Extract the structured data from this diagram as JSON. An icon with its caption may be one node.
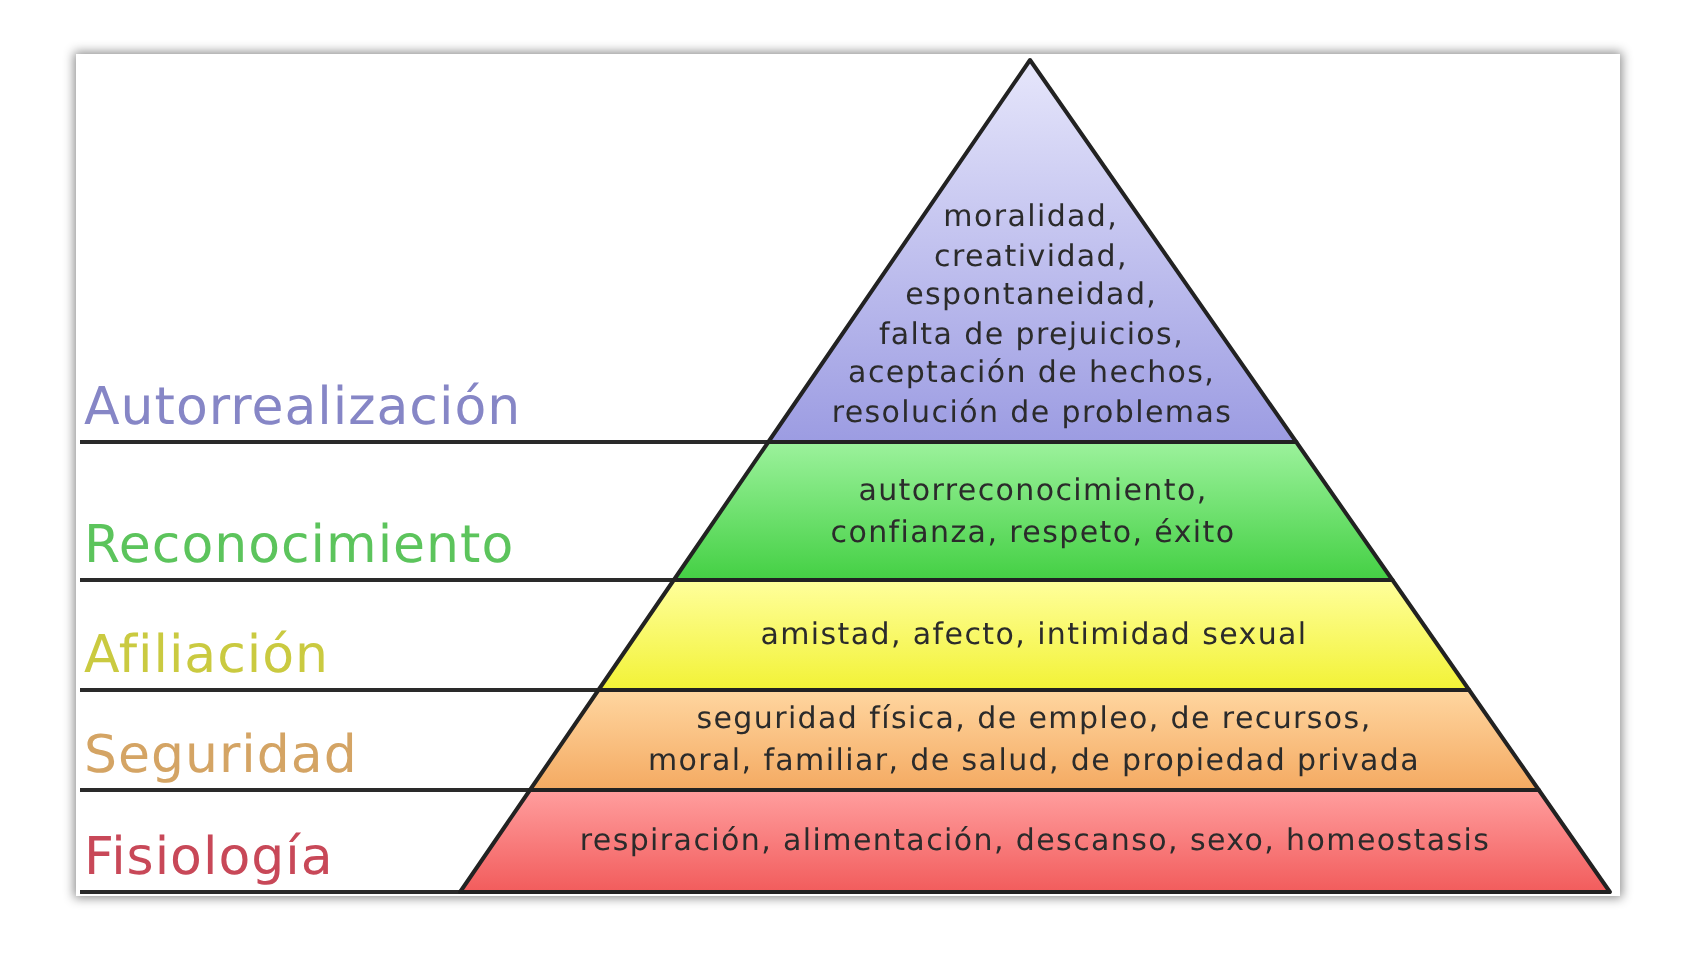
{
  "diagram": {
    "nodes": [
      {
        "text": [
          "moralidad, creatividad, espontaneidad, falta de prejuicios, aceptación de hechos, resolución de problemas"
        ]
      },
      {
        "text": [
          "autorreconocimiento, confianza, respeto, éxito"
        ]
      },
      {
        "text": [
          "amistad, afecto, intimidad sexual"
        ]
      },
      {
        "text": [
          "seguridad física, de empleo, de recursos, moral, familiar, de salud, de propiedad privada"
        ]
      },
      {
        "text": [
          "respiración, alimentación, descanso, sexo, homeostasis"
        ]
      }
    ],
    "labels": [
      "Autorrealización",
      "Reconocimiento",
      "Afiliación",
      "Seguridad",
      "Fisiología"
    ]
  }
}
